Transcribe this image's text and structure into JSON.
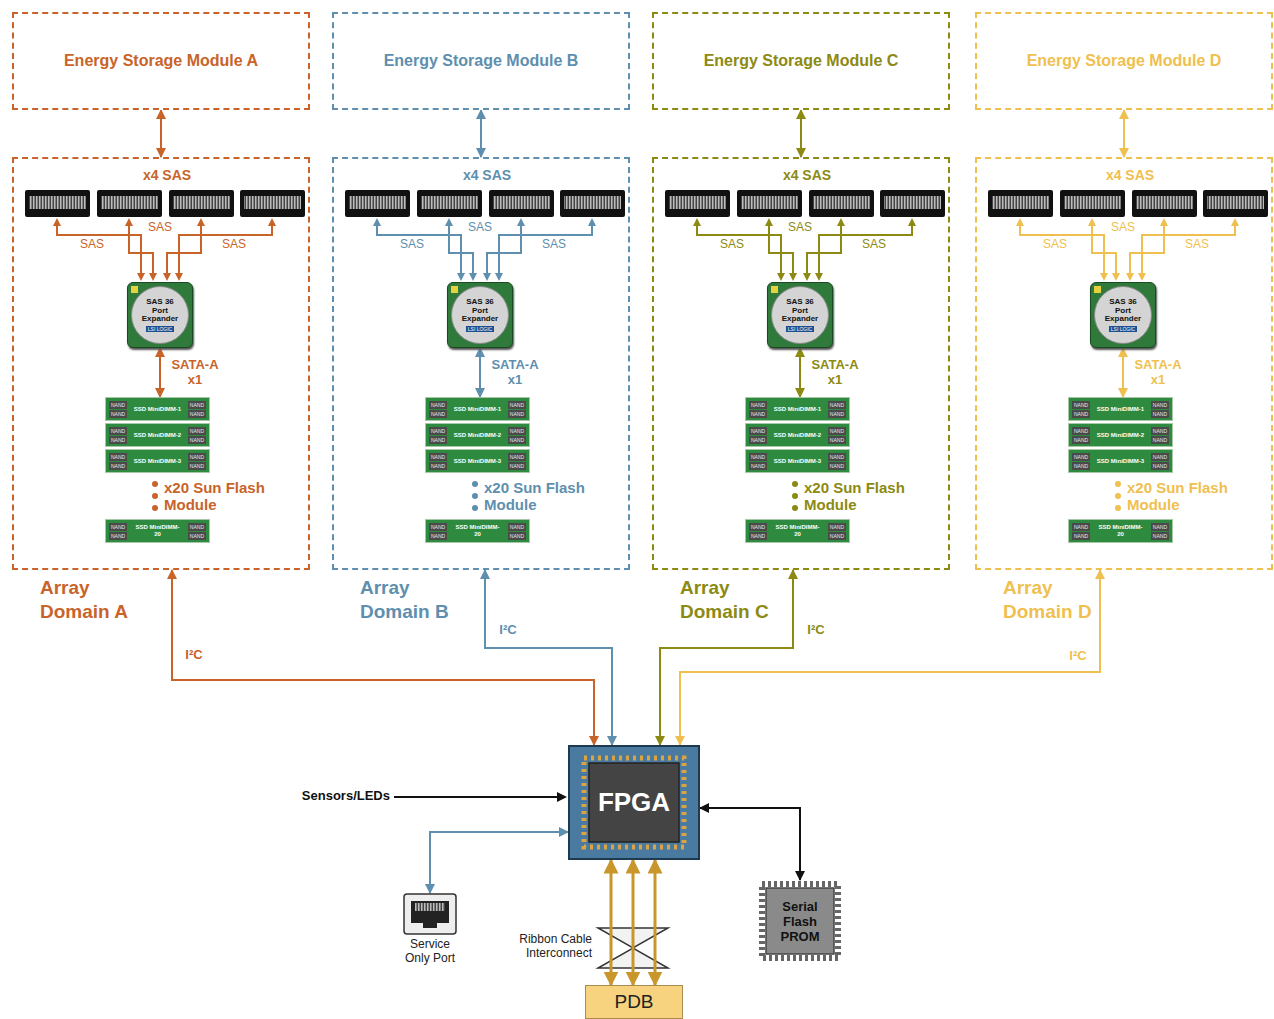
{
  "diagram": {
    "nodes": [
      {
        "text": [
          "Energy Storage Module A"
        ]
      },
      {
        "text": [
          "Energy Storage Module B"
        ]
      },
      {
        "text": [
          "Energy Storage Module C"
        ]
      },
      {
        "text": [
          "Energy Storage Module D"
        ]
      },
      {
        "text": [
          "Array Domain A"
        ]
      },
      {
        "text": [
          "SAS 36 Port Expander",
          "LSI LOGIC"
        ],
        "in": 4
      },
      {
        "text": [
          "NAND",
          "NAND",
          "SSD MiniDIMM-1",
          "NAND",
          "NAND"
        ],
        "in": 4
      },
      {
        "text": [
          "NAND",
          "NAND",
          "SSD MiniDIMM-2",
          "NAND",
          "NAND"
        ],
        "in": 4
      },
      {
        "text": [
          "NAND",
          "NAND",
          "SSD MiniDIMM-3",
          "NAND",
          "NAND"
        ],
        "in": 4
      },
      {
        "text": [
          "NAND",
          "NAND",
          "SSD MiniDIMM-20",
          "NAND",
          "NAND"
        ],
        "in": 4
      },
      {
        "text": [
          "Array Domain B"
        ]
      },
      {
        "text": [
          "SAS 36 Port Expander",
          "LSI LOGIC"
        ],
        "in": 10
      },
      {
        "text": [
          "NAND",
          "NAND",
          "SSD MiniDIMM-1",
          "NAND",
          "NAND"
        ],
        "in": 10
      },
      {
        "text": [
          "NAND",
          "NAND",
          "SSD MiniDIMM-2",
          "NAND",
          "NAND"
        ],
        "in": 10
      },
      {
        "text": [
          "NAND",
          "NAND",
          "SSD MiniDIMM-3",
          "NAND",
          "NAND"
        ],
        "in": 10
      },
      {
        "text": [
          "NAND",
          "NAND",
          "SSD MiniDIMM-20",
          "NAND",
          "NAND"
        ],
        "in": 10
      },
      {
        "text": [
          "Array Domain C"
        ]
      },
      {
        "text": [
          "SAS 36 Port Expander",
          "LSI LOGIC"
        ],
        "in": 16
      },
      {
        "text": [
          "NAND",
          "NAND",
          "SSD MiniDIMM-1",
          "NAND",
          "NAND"
        ],
        "in": 16
      },
      {
        "text": [
          "NAND",
          "NAND",
          "SSD MiniDIMM-2",
          "NAND",
          "NAND"
        ],
        "in": 16
      },
      {
        "text": [
          "NAND",
          "NAND",
          "SSD MiniDIMM-3",
          "NAND",
          "NAND"
        ],
        "in": 16
      },
      {
        "text": [
          "NAND",
          "NAND",
          "SSD MiniDIMM-20",
          "NAND",
          "NAND"
        ],
        "in": 16
      },
      {
        "text": [
          "Array Domain D"
        ]
      },
      {
        "text": [
          "SAS 36 Port Expander",
          "LSI LOGIC"
        ],
        "in": 22
      },
      {
        "text": [
          "NAND",
          "NAND",
          "SSD MiniDIMM-1",
          "NAND",
          "NAND"
        ],
        "in": 22
      },
      {
        "text": [
          "NAND",
          "NAND",
          "SSD MiniDIMM-2",
          "NAND",
          "NAND"
        ],
        "in": 22
      },
      {
        "text": [
          "NAND",
          "NAND",
          "SSD MiniDIMM-3",
          "NAND",
          "NAND"
        ],
        "in": 22
      },
      {
        "text": [
          "NAND",
          "NAND",
          "SSD MiniDIMM-20",
          "NAND",
          "NAND"
        ],
        "in": 22
      },
      {
        "text": [
          "FPGA"
        ]
      },
      {
        "text": [
          "Service Only Port"
        ]
      },
      {
        "text": [
          "Serial Flash PROM"
        ]
      },
      {
        "text": [
          "PDB"
        ]
      }
    ],
    "edges": [
      {
        "from": 0,
        "to": 4,
        "arrow": "both"
      },
      {
        "from": 5,
        "to": 6,
        "label": "SATA-A x1",
        "arrow": "both"
      },
      {
        "from": 4,
        "to": 28,
        "label": "I²C",
        "arrow": "both"
      },
      {
        "from": 1,
        "to": 10,
        "arrow": "both"
      },
      {
        "from": 11,
        "to": 12,
        "label": "SATA-A x1",
        "arrow": "both"
      },
      {
        "from": 10,
        "to": 28,
        "label": "I²C",
        "arrow": "both"
      },
      {
        "from": 2,
        "to": 16,
        "arrow": "both"
      },
      {
        "from": 17,
        "to": 18,
        "label": "SATA-A x1",
        "arrow": "both"
      },
      {
        "from": 16,
        "to": 28,
        "label": "I²C",
        "arrow": "both"
      },
      {
        "from": 3,
        "to": 22,
        "arrow": "both"
      },
      {
        "from": 23,
        "to": 24,
        "label": "SATA-A x1",
        "arrow": "both"
      },
      {
        "from": 22,
        "to": 28,
        "label": "I²C",
        "arrow": "both"
      },
      {
        "from": 28,
        "to": 29,
        "arrow": "both"
      },
      {
        "from": 28,
        "to": 30,
        "arrow": "both"
      },
      {
        "from": 28,
        "to": 31,
        "arrow": "both"
      }
    ],
    "labels": [
      "x4 SAS",
      "SAS",
      "SAS",
      "SAS",
      "x20 Sun Flash Module",
      "x4 SAS",
      "SAS",
      "SAS",
      "SAS",
      "x20 Sun Flash Module",
      "x4 SAS",
      "SAS",
      "SAS",
      "SAS",
      "x20 Sun Flash Module",
      "x4 SAS",
      "SAS",
      "SAS",
      "SAS",
      "x20 Sun Flash Module",
      "Sensors/LEDs",
      "Ribbon Cable Interconnect"
    ]
  }
}
